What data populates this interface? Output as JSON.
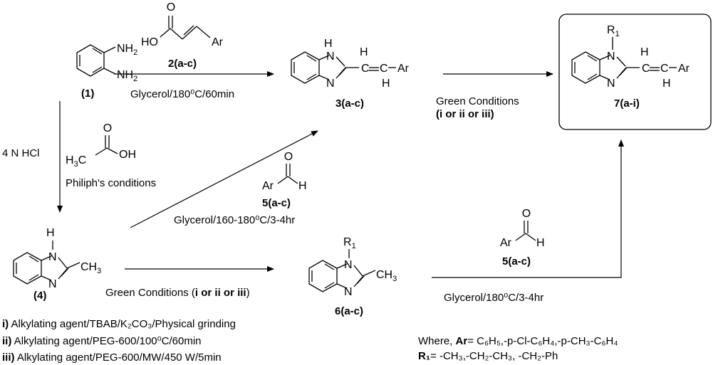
{
  "compounds": {
    "c1": "(1)",
    "c2": "2(a-c)",
    "c3": "3(a-c)",
    "c4": "(4)",
    "c5a": "5(a-c)",
    "c5b": "5(a-c)",
    "c6": "6(a-c)",
    "c7": "7(a-i)"
  },
  "atoms": {
    "NH2": "NH",
    "sub2": "2",
    "HO": "HO",
    "O": "O",
    "Ar": "Ar",
    "H": "H",
    "N": "N",
    "CH3": "CH",
    "sub3": "3",
    "H3C": "H",
    "OH": "OH",
    "R1": "R",
    "sub1": "1",
    "C": "C"
  },
  "conditions": {
    "glycerol60": "Glycerol/180⁰C/60min",
    "glycerol160": "Glycerol/160-180⁰C/3-4hr",
    "glycerol34": "Glycerol/180⁰C/3-4hr",
    "hcl": "4 N HCl",
    "philiph": "Philiph's conditions",
    "green_label": "Green Conditions",
    "green_opts": "(i or ii or iii)",
    "green_bottom_prefix": "Green Conditions (",
    "green_bottom_opts": "i or ii or iii",
    "green_bottom_suffix": ")"
  },
  "notes": {
    "i_num": "i)",
    "i_text": " Alkylating agent/TBAB/K₂CO₃/Physical grinding",
    "ii_num": "ii)",
    "ii_text": " Alkylating agent/PEG-600/100⁰C/60min",
    "iii_num": "iii)",
    "iii_text": " Alkylating agent/PEG-600/MW/450 W/5min",
    "where_prefix": "Where, ",
    "ar_label": "Ar",
    "ar_value": "= C₆H₅,-p-Cl-C₆H₄,-p-CH₃-C₆H₄",
    "r1_label": "R₁",
    "r1_value": "= -CH₃,-CH₂-CH₃, -CH₂-Ph"
  }
}
